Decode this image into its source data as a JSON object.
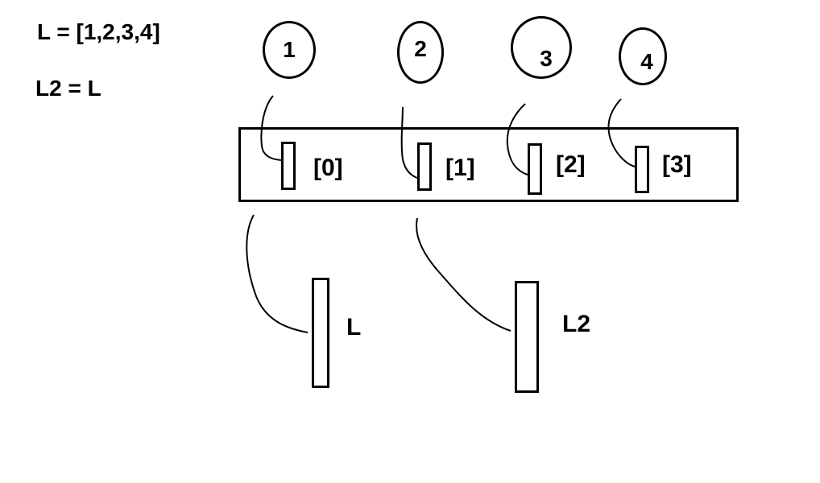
{
  "code": {
    "line1": "L = [1,2,3,4]",
    "line2": "L2 = L"
  },
  "values": [
    "1",
    "2",
    "3",
    "4"
  ],
  "indices": [
    "[0]",
    "[1]",
    "[2]",
    "[3]"
  ],
  "variables": [
    "L",
    "L2"
  ]
}
